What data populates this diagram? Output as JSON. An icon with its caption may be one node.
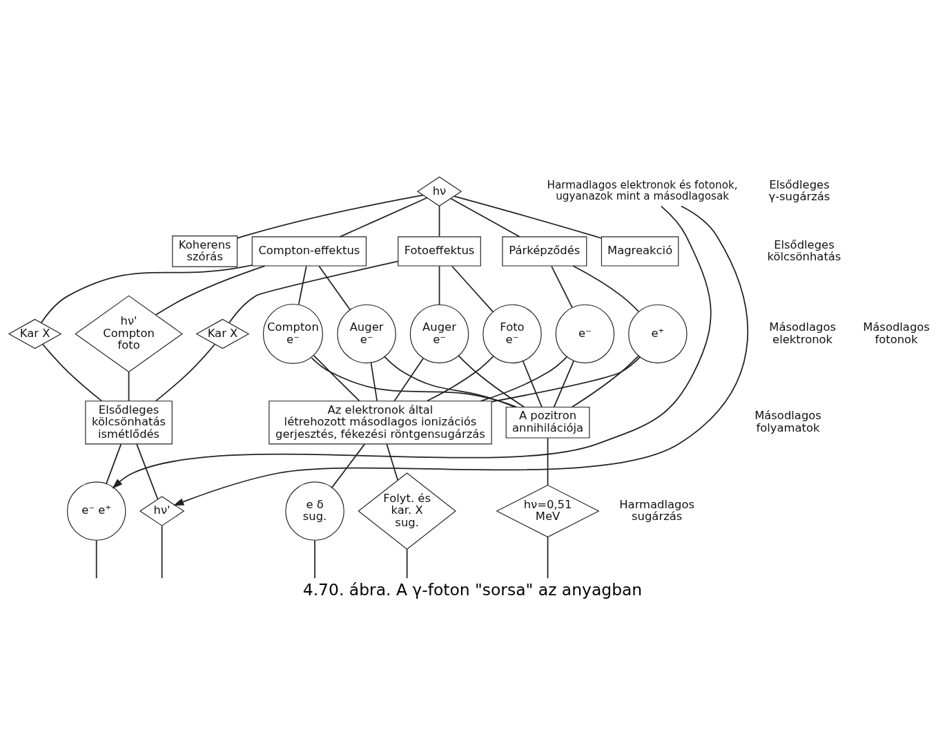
{
  "diagram": {
    "caption": "4.70. ábra. A γ-foton \"sorsa\" az anyagban",
    "nodes": [
      {
        "text": [
          "hν"
        ]
      },
      {
        "text": [
          "Magreakció"
        ]
      },
      {
        "text": [
          "Koherens szórás"
        ]
      },
      {
        "text": [
          "Compton-effektus"
        ]
      },
      {
        "text": [
          "Fotoeffektus"
        ]
      },
      {
        "text": [
          "Párképződés"
        ]
      },
      {
        "text": [
          "Compton e⁻"
        ]
      },
      {
        "text": [
          "Auger e⁻"
        ]
      },
      {
        "text": [
          "Kar X"
        ]
      },
      {
        "text": [
          "hν' Compton foto"
        ]
      },
      {
        "text": [
          "Kar X"
        ]
      },
      {
        "text": [
          "Foto e⁻"
        ]
      },
      {
        "text": [
          "Auger e⁻"
        ]
      },
      {
        "text": [
          "e⁻"
        ]
      },
      {
        "text": [
          "e⁺"
        ]
      },
      {
        "text": [
          "Elsődleges kölcsönhatás ismétlődés"
        ]
      },
      {
        "text": [
          "Az elektronok által létrehozott másodlagos ionizációs gerjesztés, fékezési röntgensugárzás"
        ]
      },
      {
        "text": [
          "A pozitron annihilációja"
        ]
      },
      {
        "text": [
          "e⁻ e⁺"
        ]
      },
      {
        "text": [
          "hν'"
        ]
      },
      {
        "text": [
          "e δ sug."
        ]
      },
      {
        "text": [
          "Folyt. és kar. X sug."
        ]
      },
      {
        "text": [
          "hν=0,51 MeV"
        ]
      },
      {
        "text": [
          "Harmadlagos elektronok és fotonok, ugyanazok mint a másodlagosak"
        ]
      }
    ],
    "edges": [
      {
        "from": 0,
        "to": 1,
        "arrow": "none"
      },
      {
        "from": 0,
        "to": 2,
        "arrow": "none"
      },
      {
        "from": 0,
        "to": 3,
        "arrow": "none"
      },
      {
        "from": 0,
        "to": 4,
        "arrow": "none"
      },
      {
        "from": 0,
        "to": 5,
        "arrow": "none"
      },
      {
        "from": 3,
        "to": 6,
        "arrow": "none"
      },
      {
        "from": 3,
        "to": 7,
        "arrow": "none"
      },
      {
        "from": 3,
        "to": 8,
        "arrow": "none"
      },
      {
        "from": 3,
        "to": 9,
        "arrow": "none"
      },
      {
        "from": 4,
        "to": 10,
        "arrow": "none"
      },
      {
        "from": 4,
        "to": 11,
        "arrow": "none"
      },
      {
        "from": 4,
        "to": 12,
        "arrow": "none"
      },
      {
        "from": 5,
        "to": 13,
        "arrow": "none"
      },
      {
        "from": 5,
        "to": 14,
        "arrow": "none"
      },
      {
        "from": 8,
        "to": 15,
        "arrow": "none"
      },
      {
        "from": 9,
        "to": 15,
        "arrow": "none"
      },
      {
        "from": 10,
        "to": 15,
        "arrow": "none"
      },
      {
        "from": 6,
        "to": 16,
        "arrow": "none"
      },
      {
        "from": 7,
        "to": 16,
        "arrow": "none"
      },
      {
        "from": 11,
        "to": 16,
        "arrow": "none"
      },
      {
        "from": 12,
        "to": 16,
        "arrow": "none"
      },
      {
        "from": 13,
        "to": 16,
        "arrow": "none"
      },
      {
        "from": 14,
        "to": 16,
        "arrow": "none"
      },
      {
        "from": 6,
        "to": 17,
        "arrow": "none"
      },
      {
        "from": 7,
        "to": 17,
        "arrow": "none"
      },
      {
        "from": 11,
        "to": 17,
        "arrow": "none"
      },
      {
        "from": 12,
        "to": 17,
        "arrow": "none"
      },
      {
        "from": 13,
        "to": 17,
        "arrow": "none"
      },
      {
        "from": 14,
        "to": 17,
        "arrow": "none"
      },
      {
        "from": 15,
        "to": 18,
        "arrow": "none"
      },
      {
        "from": 15,
        "to": 19,
        "arrow": "none"
      },
      {
        "from": 16,
        "to": 20,
        "arrow": "none"
      },
      {
        "from": 16,
        "to": 21,
        "arrow": "none"
      },
      {
        "from": 17,
        "to": 22,
        "arrow": "none"
      },
      {
        "from": 18,
        "to": null,
        "arrow": "none"
      },
      {
        "from": 19,
        "to": null,
        "arrow": "none"
      },
      {
        "from": 20,
        "to": null,
        "arrow": "none"
      },
      {
        "from": 21,
        "to": null,
        "arrow": "none"
      },
      {
        "from": 22,
        "to": null,
        "arrow": "none"
      },
      {
        "from": 23,
        "to": 18,
        "arrow": "to"
      },
      {
        "from": 23,
        "to": 19,
        "arrow": "to"
      }
    ],
    "labels": [
      "Elsődleges γ-sugárzás",
      "Elsődleges kölcsönhatás",
      "Másodlagos elektronok",
      "Másodlagos fotonok",
      "Másodlagos folyamatok",
      "Harmadlagos sugárzás"
    ]
  }
}
